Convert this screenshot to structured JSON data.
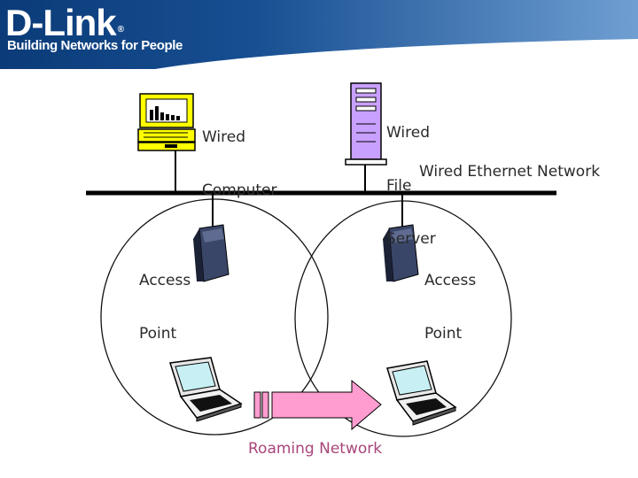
{
  "logo": {
    "name": "D-Link",
    "tagline": "Building Networks for People"
  },
  "colors": {
    "banner_dark": "#0b3b78",
    "banner_light": "#6f9fd2",
    "computer_yellow": "#ffff00",
    "server_purple": "#c8a0ff",
    "laptop_screen": "#c8f0f4",
    "arrow_pink": "#ff9cd0",
    "roaming_text": "#a8457a"
  },
  "diagram": {
    "wired_computer": {
      "label_line1": "Wired",
      "label_line2": "Computer",
      "icon": "desktop-computer-icon"
    },
    "wired_file_server": {
      "label_line1": "Wired",
      "label_line2": "File",
      "label_line3": "Server",
      "icon": "tower-server-icon"
    },
    "network_label": "Wired Ethernet Network",
    "access_point_left": {
      "label_line1": "Access",
      "label_line2": "Point",
      "icon": "access-point-icon"
    },
    "access_point_right": {
      "label_line1": "Access",
      "label_line2": "Point",
      "icon": "access-point-icon"
    },
    "roaming_label": "Roaming Network",
    "laptop_icon": "laptop-icon",
    "arrow_icon": "roaming-arrow-icon"
  }
}
